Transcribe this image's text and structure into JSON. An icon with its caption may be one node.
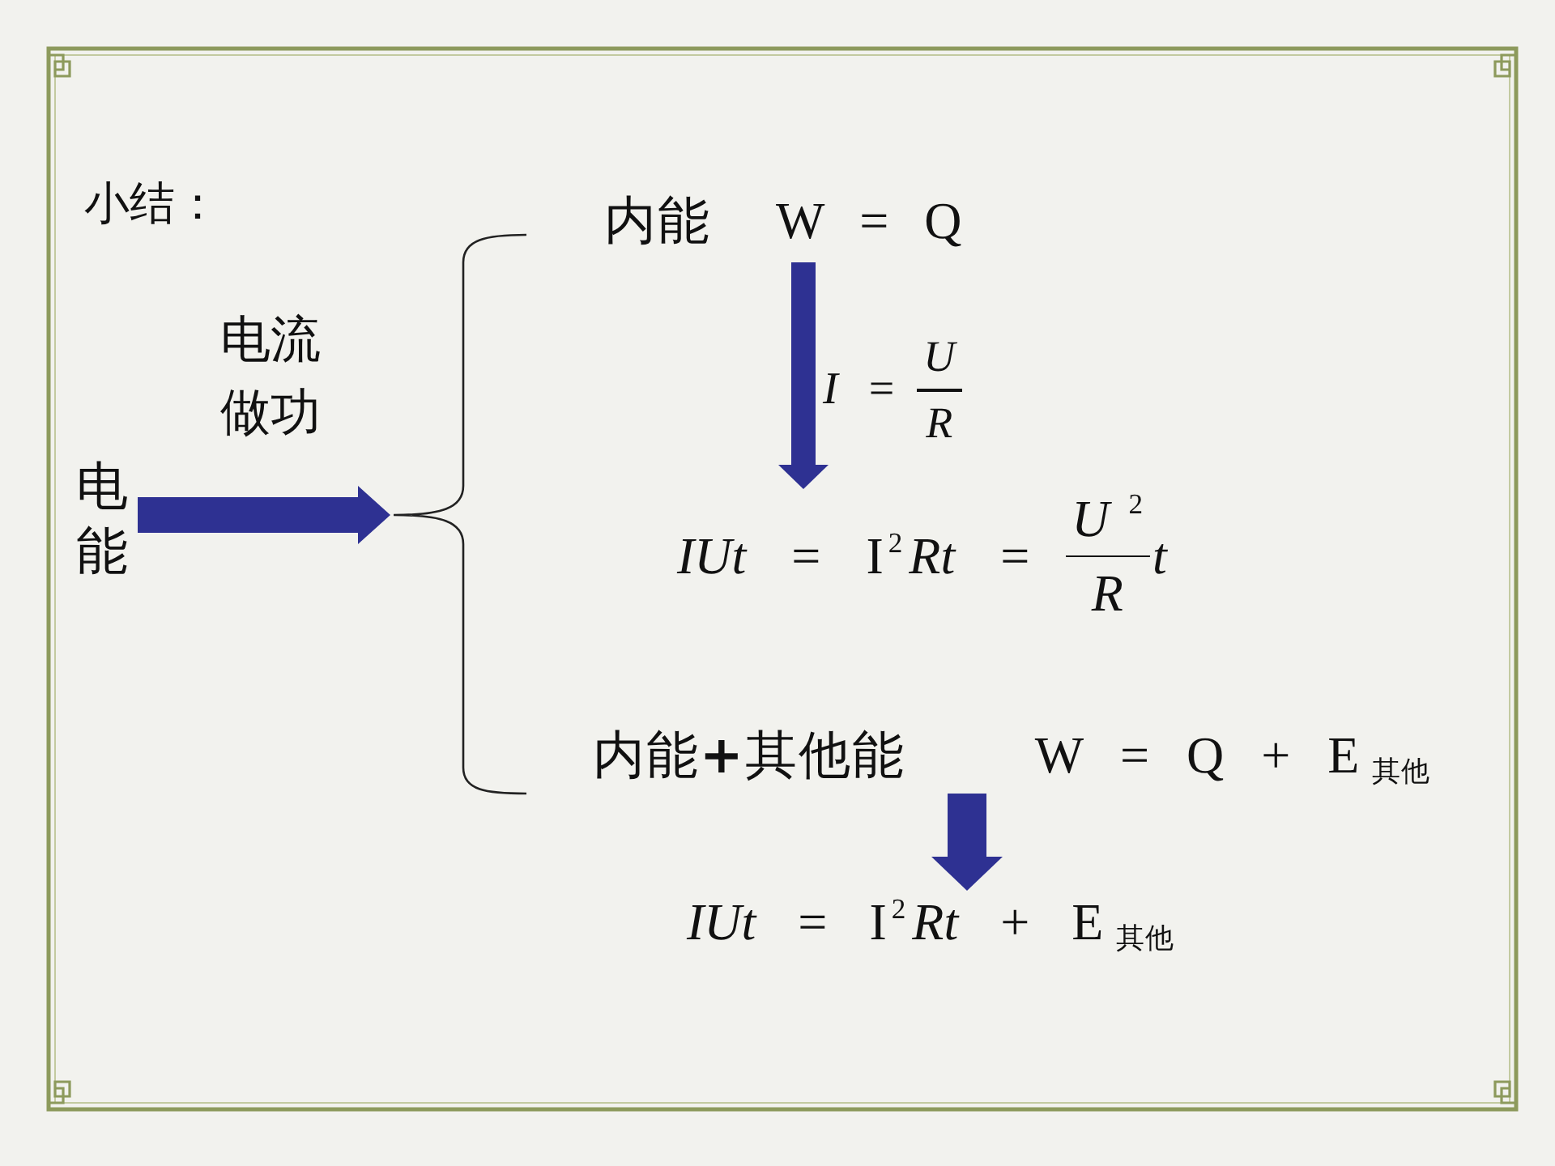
{
  "diagram": {
    "title": "小结：",
    "nodes": [
      {
        "text": [
          "电能"
        ]
      },
      {
        "text": [
          "内能",
          "W = Q"
        ]
      },
      {
        "text": [
          "*IUt* = I$^{2}$*Rt* =",
          "*U*$^{2}$",
          "R",
          "t"
        ]
      },
      {
        "text": [
          "内能**+**其他能",
          "W = Q + E$_{其他}$"
        ]
      },
      {
        "text": [
          "*IUt* = I$^{2}$*Rt* + E$_{其他}$"
        ]
      }
    ],
    "edges": [
      {
        "from": 0,
        "to": null,
        "arrow": "to",
        "label": "电流做功"
      },
      {
        "from": 1,
        "to": 2,
        "arrow": "to"
      },
      {
        "from": 3,
        "to": 4,
        "arrow": "to"
      }
    ],
    "labels": [
      "*I* =",
      "U",
      "R"
    ]
  }
}
